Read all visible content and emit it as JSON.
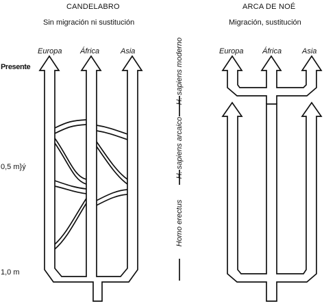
{
  "left_panel": {
    "title": "CANDELABRO",
    "subtitle": "Sin migración ni sustitución",
    "regions": [
      "Europa",
      "África",
      "Asia"
    ]
  },
  "right_panel": {
    "title": "ARCA DE NOÉ",
    "subtitle": "Migración, sustitución",
    "regions": [
      "Europa",
      "África",
      "Asia"
    ]
  },
  "time_axis": {
    "present": "Presente",
    "half_million": "0,5 m",
    "half_million_suffix": "}ý",
    "one_million": "1,0 m"
  },
  "stages": {
    "modern": "H. sapiens moderno",
    "archaic": "H. sapiens arcaico",
    "erectus": "Homo erectus"
  }
}
